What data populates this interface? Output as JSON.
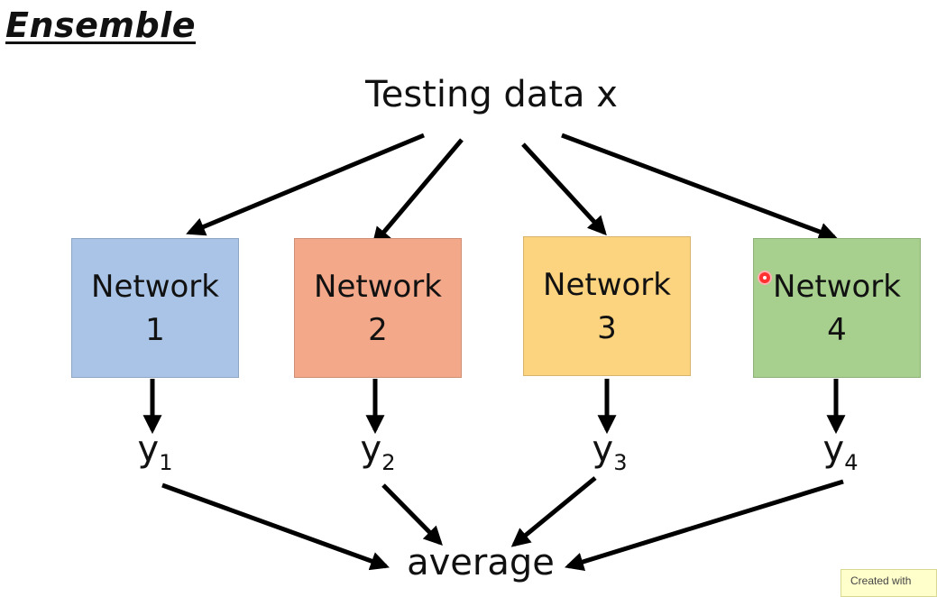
{
  "title": "Ensemble",
  "input_label": "Testing data x",
  "networks": [
    {
      "name_line1": "Network",
      "name_line2": "1",
      "color": "#a9c4e6"
    },
    {
      "name_line1": "Network",
      "name_line2": "2",
      "color": "#f3a88a"
    },
    {
      "name_line1": "Network",
      "name_line2": "3",
      "color": "#fcd480"
    },
    {
      "name_line1": "Network",
      "name_line2": "4",
      "color": "#a7d08e"
    }
  ],
  "outputs": [
    {
      "var": "y",
      "sub": "1"
    },
    {
      "var": "y",
      "sub": "2"
    },
    {
      "var": "y",
      "sub": "3"
    },
    {
      "var": "y",
      "sub": "4"
    }
  ],
  "aggregate_label": "average",
  "watermark": "Created with",
  "arrow_color": "#000000"
}
